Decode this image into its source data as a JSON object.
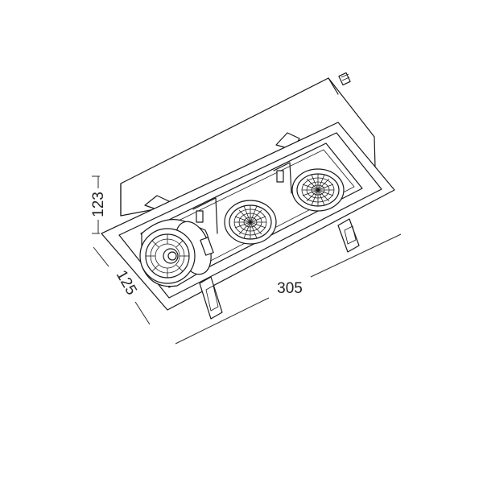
{
  "dimensions": {
    "height": "123",
    "depth": "125",
    "length": "305"
  }
}
